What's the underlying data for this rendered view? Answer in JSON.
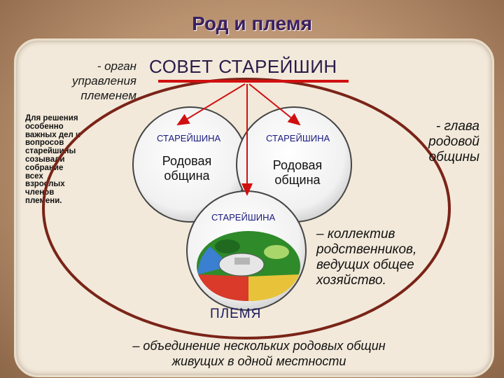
{
  "title": "Род и племя",
  "organ_text": "- орган\nуправления\nплеменем",
  "note_text": "Для решения\nособенно\nважных дел и\nвопросов\nстарейшины\nсозывали\nсобрание\nвсех\nвзрослых\nчленов\nплемени.",
  "council_label": "СОВЕТ СТАРЕЙШИН",
  "glava_text": "- глава\nродовой\nобщины",
  "elder_label": "СТАРЕЙШИНА",
  "clan_label": "Родовая\nобщина",
  "kollektiv_text": "– коллектив\nродственников,\nведущих общее\nхозяйство.",
  "tribe_label": "ПЛЕМЯ",
  "tribe_definition": "– объединение нескольких родовых общин\nживущих в одной местности",
  "colors": {
    "title": "#3a2060",
    "arrows": "#d01010",
    "tribe_circle": "#7a2418",
    "panel": "#f2e9da"
  }
}
